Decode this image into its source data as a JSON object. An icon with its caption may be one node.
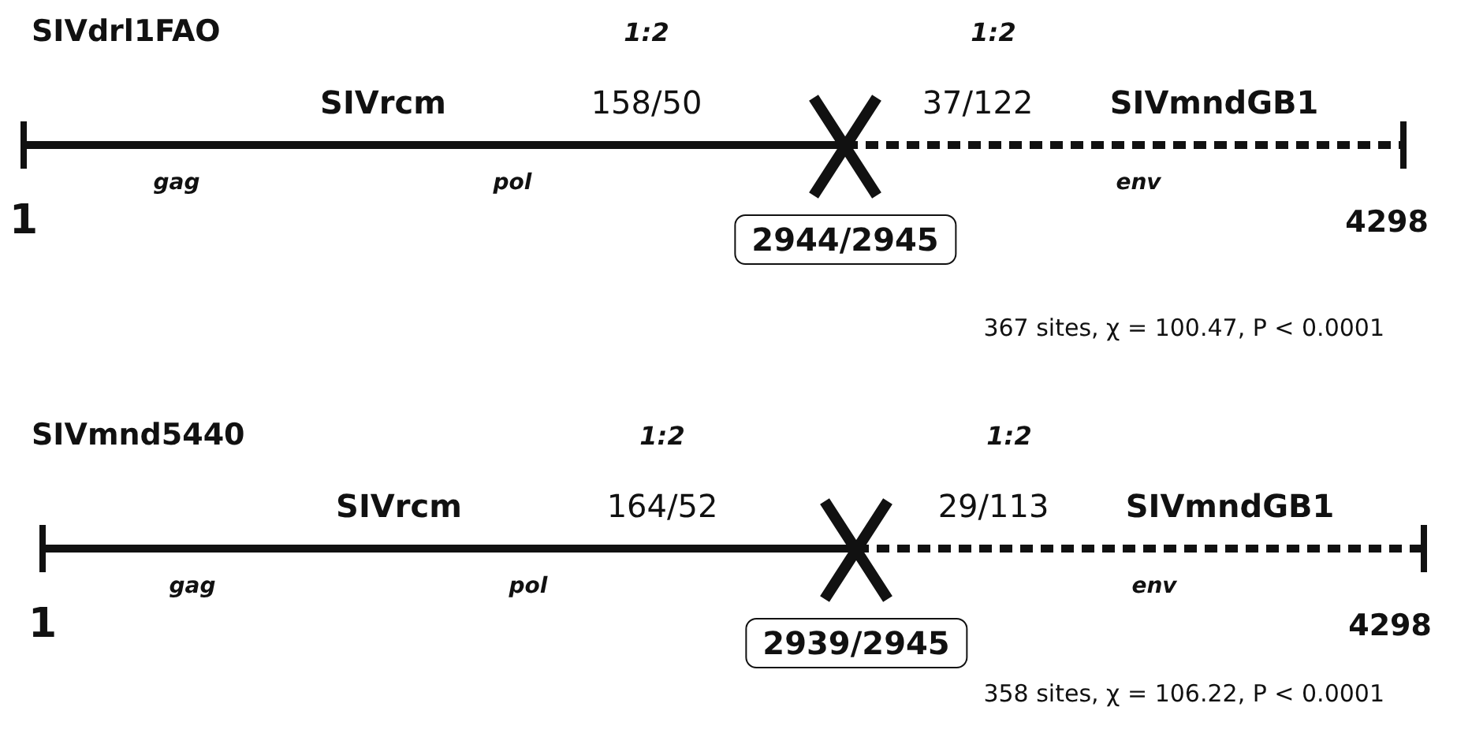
{
  "diagram": {
    "nodes": [
      {
        "text": [
          "2944/2945"
        ]
      },
      {
        "text": [
          "2939/2945"
        ]
      }
    ],
    "labels": [
      "SIVdrl1FAO",
      "1:2",
      "1:2",
      "SIVrcm",
      "158/50",
      "37/122",
      "SIVmndGB1",
      "gag",
      "pol",
      "env",
      "1",
      "4298",
      "367 sites, χ = 100.47, P < 0.0001",
      "SIVmnd5440",
      "1:2",
      "1:2",
      "SIVrcm",
      "164/52",
      "29/113",
      "SIVmndGB1",
      "gag",
      "pol",
      "env",
      "1",
      "4298",
      "358 sites, χ = 106.22, P < 0.0001"
    ]
  }
}
